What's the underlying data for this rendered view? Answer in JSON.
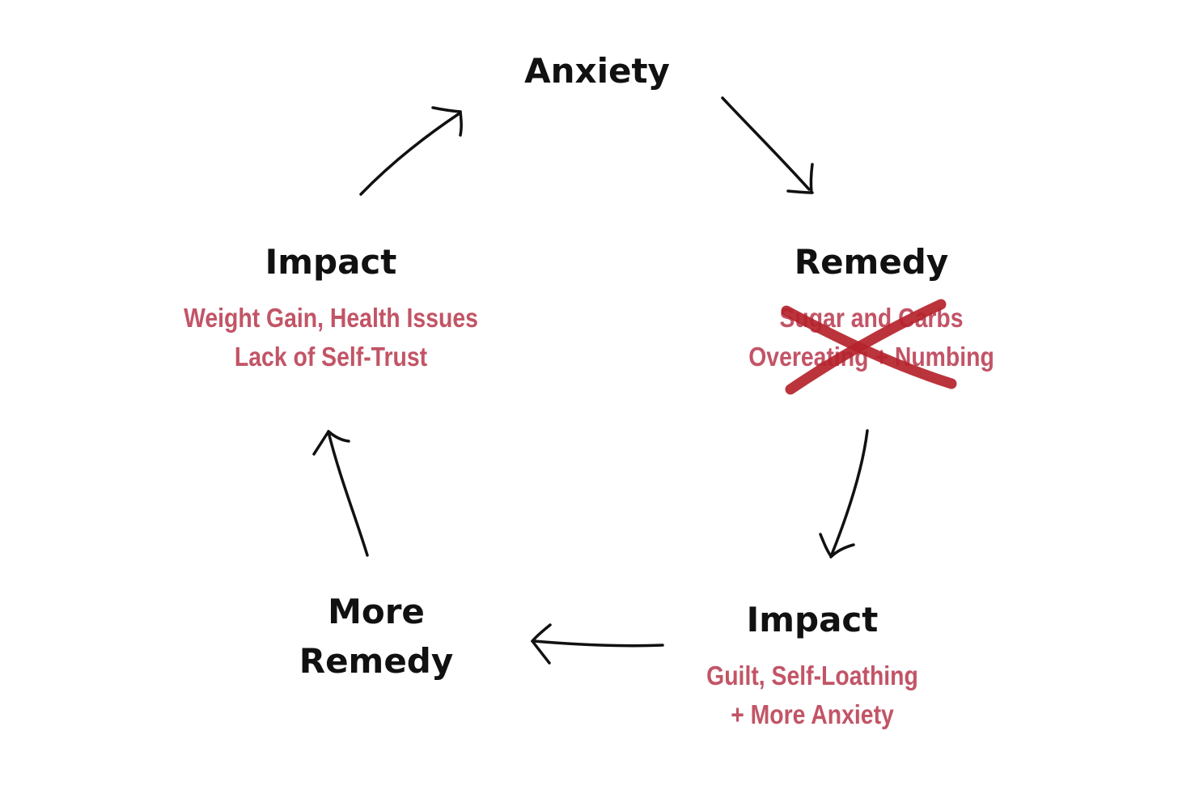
{
  "diagram": {
    "nodes": {
      "anxiety": {
        "title": "Anxiety"
      },
      "remedy": {
        "title": "Remedy",
        "lines": [
          "Sugar and Carbs",
          "Overeating + Numbing"
        ],
        "crossed_out": true
      },
      "impact_right": {
        "title": "Impact",
        "lines": [
          "Guilt, Self-Loathing",
          "+ More Anxiety"
        ]
      },
      "more_remedy": {
        "title_lines": [
          "More",
          "Remedy"
        ]
      },
      "impact_left": {
        "title": "Impact",
        "lines": [
          "Weight Gain, Health Issues",
          "Lack of Self-Trust"
        ]
      }
    },
    "colors": {
      "title": "#111111",
      "subtitle": "#c25466",
      "cross": "#b5232b",
      "arrow": "#111111"
    },
    "edges": [
      {
        "from": "anxiety",
        "to": "remedy"
      },
      {
        "from": "remedy",
        "to": "impact_right"
      },
      {
        "from": "impact_right",
        "to": "more_remedy"
      },
      {
        "from": "more_remedy",
        "to": "impact_left"
      },
      {
        "from": "impact_left",
        "to": "anxiety"
      }
    ]
  }
}
